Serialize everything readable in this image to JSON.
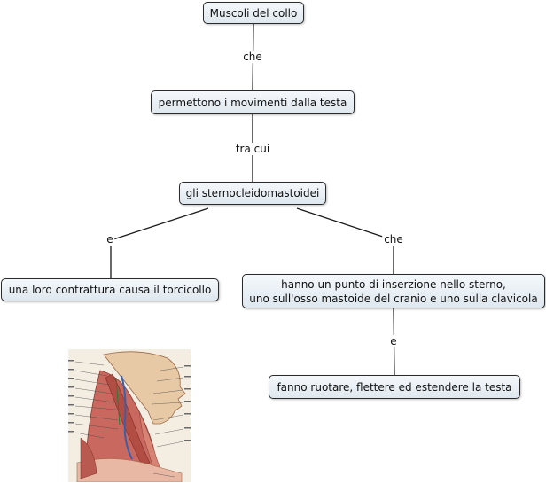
{
  "nodes": {
    "root": "Muscoli del collo",
    "movements": "permettono i movimenti dalla testa",
    "scm": "gli sternocleidomastoidei",
    "torticollis": "una loro contrattura causa il torcicollo",
    "insertion_line1": "hanno un punto di inserzione nello sterno,",
    "insertion_line2": "uno sull'osso mastoide del cranio e uno sulla clavicola",
    "actions": "fanno ruotare, flettere ed estendere la testa"
  },
  "links": {
    "root_to_movements": "che",
    "movements_to_scm": "tra cui",
    "scm_to_torticollis": "e",
    "scm_to_insertion": "che",
    "insertion_to_actions": "e"
  },
  "colors": {
    "line": "#1a1a1a",
    "node_border": "#2b2b2b",
    "node_fill": "#e6eef4"
  }
}
